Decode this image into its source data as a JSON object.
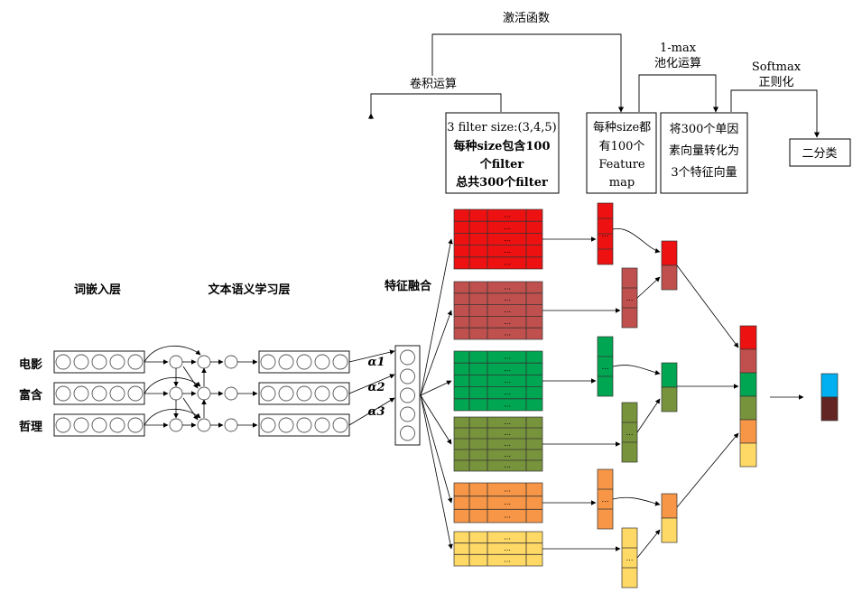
{
  "top": {
    "activation": "激活函数",
    "conv": "卷积运算",
    "pool_line1": "1-max",
    "pool_line2": "池化运算",
    "softmax_line1": "Softmax",
    "softmax_line2": "正则化"
  },
  "boxes": {
    "filter_lines": [
      "3 filter size:(3,4,5)",
      "每种size包含100",
      "个filter",
      "总共300个filter"
    ],
    "featuremap_lines": [
      "每种size都",
      "有100个",
      "Feature",
      "map"
    ],
    "vector_lines": [
      "将300个单因",
      "素向量转化为",
      "3个特征向量"
    ],
    "output": "二分类"
  },
  "layers": {
    "embedding": "词嵌入层",
    "semantic": "文本语义学习层",
    "fusion": "特征融合"
  },
  "words": [
    "电影",
    "富含",
    "哲理"
  ],
  "alphas": [
    "α1",
    "α2",
    "α3"
  ],
  "dots": "…",
  "colors": {
    "red": "#ee1111",
    "brown_red": "#c0504d",
    "green": "#00a651",
    "olive": "#77933c",
    "orange": "#f79646",
    "yellow": "#ffd966",
    "blue": "#00b0f0",
    "dark_brown": "#632523"
  }
}
